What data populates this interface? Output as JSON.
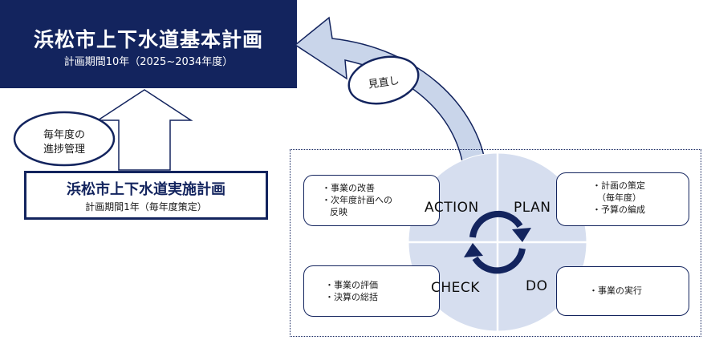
{
  "master_plan": {
    "title": "浜松市上下水道基本計画",
    "period": "計画期間10年（2025~2034年度）"
  },
  "implementation_plan": {
    "title": "浜松市上下水道実施計画",
    "period": "計画期間1年（毎年度策定）"
  },
  "progress_bubble": {
    "line1": "毎年度の",
    "line2": "進捗管理"
  },
  "review_bubble": {
    "label": "見直し"
  },
  "pdca": {
    "action": {
      "label": "ACTION",
      "items": [
        "・事業の改善",
        "・次年度計画への",
        "反映"
      ]
    },
    "plan": {
      "label": "PLAN",
      "items": [
        "・計画の策定",
        "（毎年度）",
        "・予算の編成"
      ]
    },
    "check": {
      "label": "CHECK",
      "items": [
        "・事業の評価",
        "・決算の総括"
      ]
    },
    "do": {
      "label": "DO",
      "items": [
        "・事業の実行"
      ]
    }
  },
  "colors": {
    "navy": "#13245e",
    "circle_fill": "#d6deef",
    "arrow_fill": "#c9d5ea"
  }
}
